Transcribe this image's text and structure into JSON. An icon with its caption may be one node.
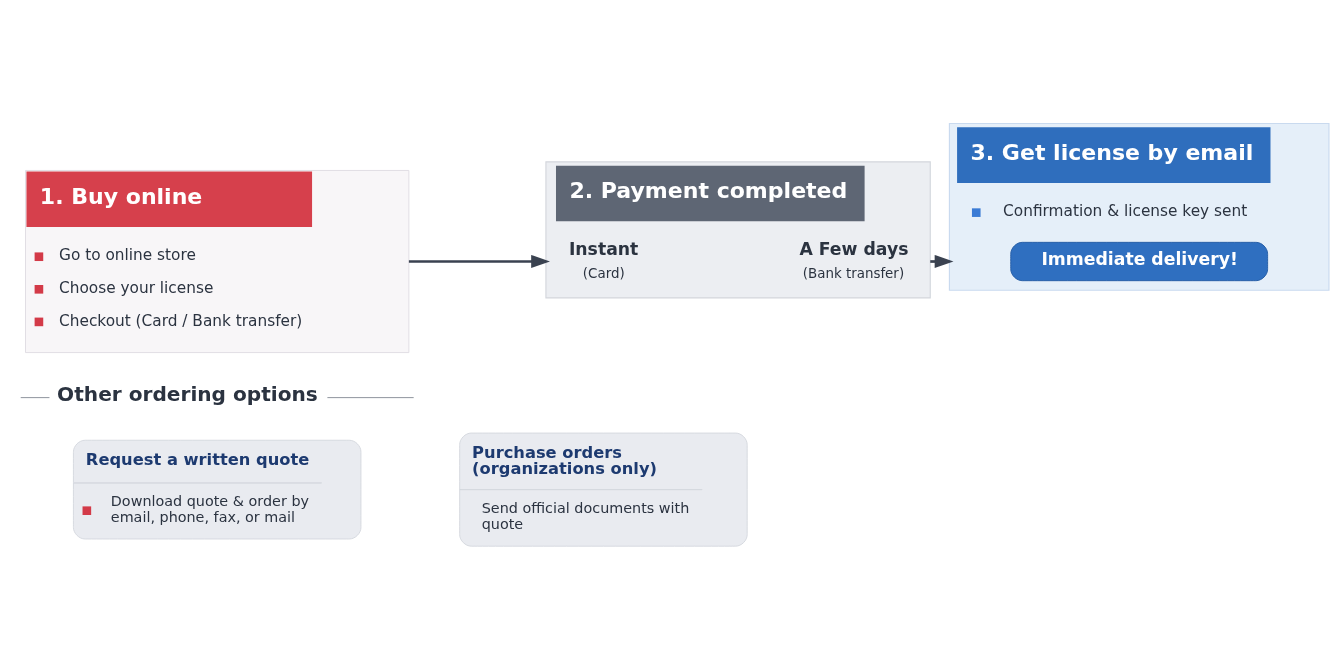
{
  "diagram": {
    "nodes": [
      {
        "text": [
          "1. Buy online",
          "Go to online store",
          "Choose your license",
          "Checkout (Card / Bank transfer)"
        ]
      },
      {
        "text": [
          "2. Payment completed"
        ]
      },
      {
        "text": [
          "Instant",
          "(Card)"
        ],
        "in": 1
      },
      {
        "text": [
          "A Few days",
          "(Bank transfer)"
        ],
        "in": 1
      },
      {
        "text": [
          "3. Get license by email",
          "Confirmation & license key sent"
        ]
      },
      {
        "text": [
          "Immediate delivery!"
        ],
        "in": 4
      },
      {
        "text": [
          "Request a written quote",
          "Download quote & order by email, phone, fax, or mail"
        ]
      },
      {
        "text": [
          "Purchase orders (organizations only)",
          "Send official documents with quote"
        ]
      }
    ],
    "edges": [
      {
        "from": 0,
        "to": 1,
        "arrow": "to"
      },
      {
        "from": 1,
        "to": 4,
        "arrow": "to"
      }
    ],
    "labels": [
      "Other ordering options"
    ]
  }
}
